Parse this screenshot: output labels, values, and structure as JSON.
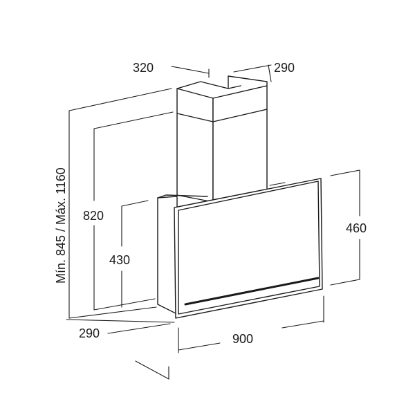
{
  "dimensions": {
    "top_depth": "320",
    "top_width": "290",
    "overall_height": "Mín. 845 / Máx. 1160",
    "height_820": "820",
    "height_430": "430",
    "panel_height": "460",
    "bottom_depth": "290",
    "width": "900"
  }
}
